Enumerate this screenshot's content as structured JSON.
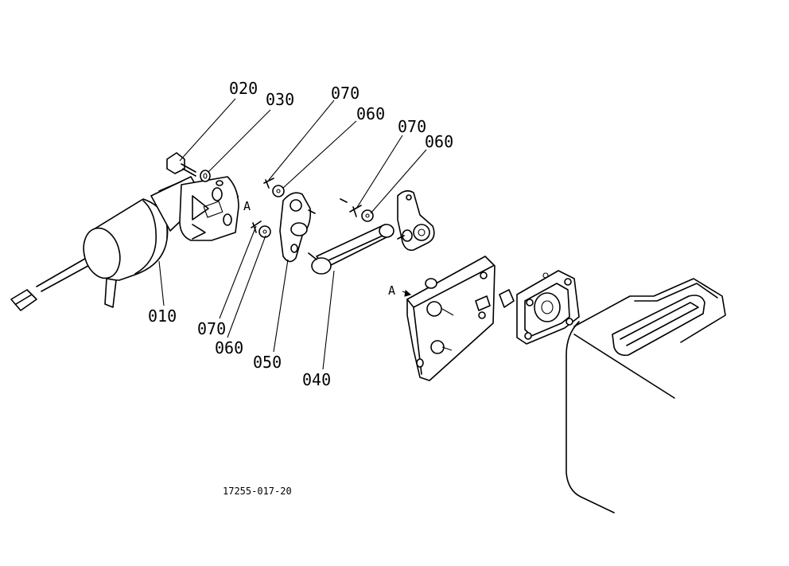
{
  "callouts": {
    "c010": "010",
    "c020": "020",
    "c030": "030",
    "c040": "040",
    "c050": "050",
    "c060_a": "060",
    "c070_a": "070",
    "c060_b": "060",
    "c070_b": "070",
    "c070_c": "070",
    "c060_c": "060"
  },
  "references": {
    "a_solenoid": "A",
    "a_plate": "A"
  },
  "drawing_number": "17255-017-20"
}
